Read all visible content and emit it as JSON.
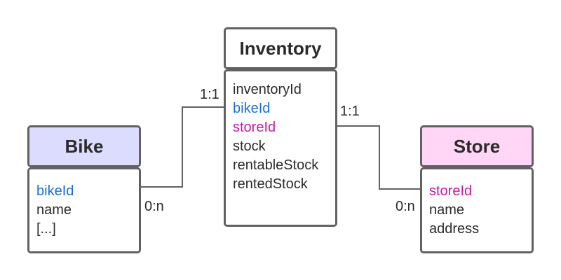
{
  "colors": {
    "border": "#616161",
    "text": "#2b2b2b",
    "bike_header": "#dcdcff",
    "store_header": "#ffd6f5",
    "bikeid": "#1a6ed8",
    "storeid": "#c21aa8"
  },
  "entities": {
    "inventory": {
      "title": "Inventory",
      "fields": [
        "inventoryId",
        "bikeId",
        "storeId",
        "stock",
        "rentableStock",
        "rentedStock"
      ]
    },
    "bike": {
      "title": "Bike",
      "fields": [
        "bikeId",
        "name",
        "[...]"
      ]
    },
    "store": {
      "title": "Store",
      "fields": [
        "storeId",
        "name",
        "address"
      ]
    }
  },
  "relations": {
    "bike_inventory": {
      "bike_side": "0:n",
      "inventory_side": "1:1"
    },
    "inventory_store": {
      "inventory_side": "1:1",
      "store_side": "0:n"
    }
  }
}
